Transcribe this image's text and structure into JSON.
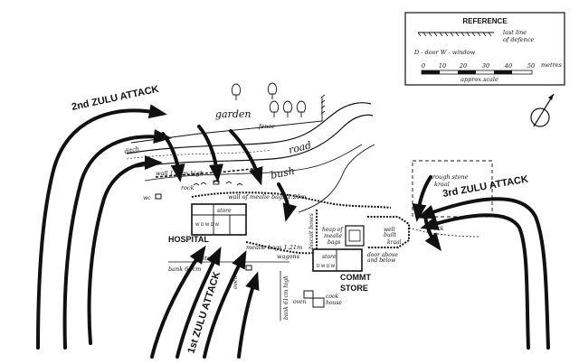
{
  "attack_labels": {
    "first": "1st ZULU ATTACK",
    "second": "2nd ZULU ATTACK",
    "third": "3rd ZULU ATTACK"
  },
  "buildings": {
    "hospital": "HOSPITAL",
    "commissariat_line1": "COMMT",
    "commissariat_line2": "STORE",
    "cook_house_line1": "cook",
    "cook_house_line2": "house",
    "oven": "oven",
    "wc": "wc"
  },
  "features": {
    "garden": "garden",
    "fence": "fence",
    "road": "road",
    "bush": "bush",
    "ditch_north": "ditch",
    "ditch_south": "ditch",
    "rock_north": "rock",
    "rock_east": "rock",
    "kraal_line1": "rough stone",
    "kraal_line2": "kraal",
    "kraal_small": "kraal",
    "heap_line1": "heap of",
    "heap_line2": "mealie",
    "heap_line3": "bags",
    "well_line1": "well",
    "well_line2": "built",
    "door_line1": "door above",
    "door_line2": "and below",
    "wagons": "wagons"
  },
  "walls": {
    "stone_wall": "wall 1.52m high",
    "mealie_wall": "wall of mealie bags 1.21m",
    "mealie_south": "mealie bags 1.21m",
    "biscuit_boxes": "biscuit boxes",
    "bank_north": "bank 61cm",
    "bank_south": "bank 61cm high"
  },
  "reference": {
    "title": "REFERENCE",
    "defence_line1": "last line",
    "defence_line2": "of defence",
    "key": "D - door  W - window",
    "scale_ticks": [
      "0",
      "10",
      "20",
      "30",
      "40",
      "50"
    ],
    "scale_unit": "metres",
    "scale_caption": "approx.scale"
  },
  "room_labels": {
    "hospital_store": "store",
    "store_store": "store",
    "hospital_doors": "W D W D W",
    "store_doors": "D W D W"
  },
  "colors": {
    "ink": "#111111",
    "paper": "#ffffff"
  }
}
